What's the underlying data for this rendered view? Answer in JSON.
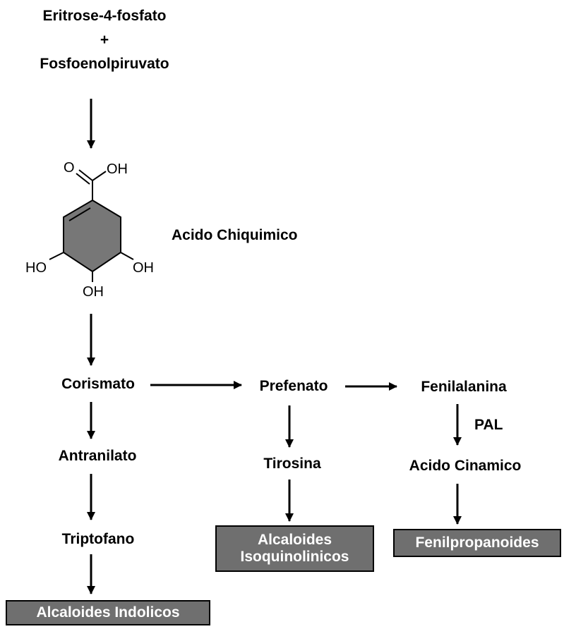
{
  "start": {
    "line1": "Eritrose-4-fosfato",
    "plus": "+",
    "line2": "Fosfoenolpiruvato"
  },
  "molecule": {
    "name": "Acido Chiquimico",
    "atoms": {
      "carbonyl_o": "O",
      "acid_oh": "OH",
      "left_oh": "HO",
      "right_oh": "OH",
      "bottom_oh": "OH"
    },
    "ring_fill": "#777777"
  },
  "nodes": {
    "corismato": "Corismato",
    "prefenato": "Prefenato",
    "fenilalanina": "Fenilalanina",
    "antranilato": "Antranilato",
    "tirosina": "Tirosina",
    "acido_cinamico": "Acido Cinamico",
    "triptofano": "Triptofano",
    "enzyme_pal": "PAL"
  },
  "products": {
    "indolicos": "Alcaloides Indolicos",
    "isoquinolinicos_line1": "Alcaloides",
    "isoquinolinicos_line2": "Isoquinolinicos",
    "fenilpropanoides": "Fenilpropanoides"
  },
  "colors": {
    "box_fill": "#6f6f6f",
    "box_text": "#ffffff",
    "arrow": "#000000"
  }
}
